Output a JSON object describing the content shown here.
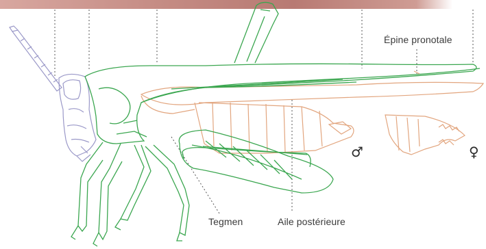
{
  "labels": {
    "epine_pronotale": "Épine pronotale",
    "tegmen": "Tegmen",
    "aile_posterieure": "Aile postérieure"
  },
  "symbols": {
    "male": "♂",
    "female": "♀"
  },
  "colors": {
    "tegmen_outline": "#3aa64f",
    "hind_wing_abdomen": "#e2a57e",
    "head": "#9a98c8",
    "leader_lines": "#555555",
    "text": "#3a3a3a",
    "top_strip": "#c0837c"
  }
}
